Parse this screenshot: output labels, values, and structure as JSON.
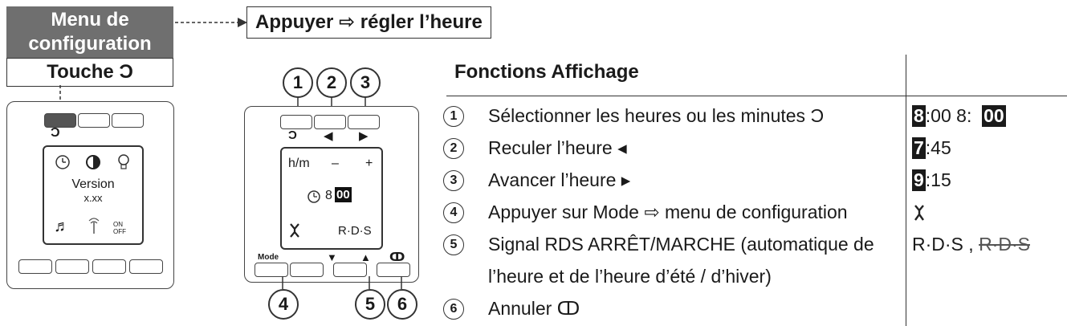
{
  "header": {
    "menu_line1": "Menu de",
    "menu_line2": "configuration",
    "touche_label": "Touche Ɔ",
    "title": "Appuyer ⇨ régler l’heure"
  },
  "left_device": {
    "version_label": "Version",
    "version_value": "x.xx",
    "top_button_icon": "clock-power-icon",
    "lcd_icons": [
      "clock-icon",
      "contrast-icon",
      "bulb-icon",
      "music-icon",
      "antenna-icon",
      "on-off-icon"
    ],
    "onoff_text": "ON OFF"
  },
  "center_device": {
    "callouts_top": [
      "1",
      "2",
      "3"
    ],
    "callouts_bottom": [
      "4",
      "5",
      "6"
    ],
    "hm_label": "h/m",
    "minus": "–",
    "plus": "+",
    "hour": "8",
    "minutes": "00",
    "rds": "R·D·S",
    "mode_label": "Mode",
    "button_symbols": [
      "Ɔ",
      "◀",
      "▶"
    ],
    "bottom_symbols": [
      "▼",
      "▲",
      "ↀ"
    ]
  },
  "table": {
    "heading": "Fonctions Affichage",
    "rows": [
      {
        "num": "1",
        "text": "Sélectionner les heures ou les minutes  Ɔ",
        "value_parts": [
          "8",
          ":00 8:",
          "00"
        ]
      },
      {
        "num": "2",
        "text": "Reculer l’heure ◂",
        "value_parts": [
          "7",
          ":45"
        ]
      },
      {
        "num": "3",
        "text": "Avancer l’heure ▸",
        "value_parts": [
          "9",
          ":15"
        ]
      },
      {
        "num": "4",
        "text": "Appuyer sur Mode ⇨ menu de configuration",
        "value_parts": [
          "wrench-icon"
        ]
      },
      {
        "num": "5",
        "text": "Signal RDS ARRÊT/MARCHE (automatique de",
        "text2": "l’heure et de l’heure d’été / d’hiver)",
        "value_parts": [
          "R·D·S",
          " , ",
          "R·D·S"
        ]
      },
      {
        "num": "6",
        "text": "Annuler ↀ",
        "value_parts": []
      }
    ]
  }
}
